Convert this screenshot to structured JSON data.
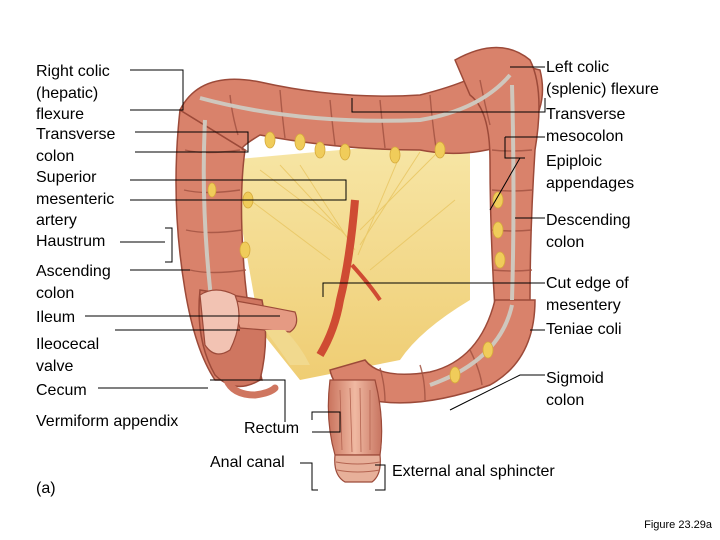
{
  "labels": {
    "right_colic": "Right colic\n(hepatic)\nflexure",
    "transverse_colon": "Transverse\ncolon",
    "superior_mesenteric": "Superior\nmesenteric\nartery",
    "haustrum": "Haustrum",
    "ascending_colon": "Ascending\ncolon",
    "ileum": "Ileum",
    "ileocecal_valve": "Ileocecal\nvalve",
    "cecum": "Cecum",
    "vermiform_appendix": "Vermiform appendix",
    "rectum": "Rectum",
    "anal_canal": "Anal canal",
    "left_colic": "Left colic\n(splenic) flexure",
    "transverse_mesocolon": "Transverse\nmesocolon",
    "epiploic_appendages": "Epiploic\nappendages",
    "descending_colon": "Descending\ncolon",
    "cut_edge": "Cut edge of\nmesentery",
    "teniae_coli": "Teniae coli",
    "sigmoid_colon": "Sigmoid\ncolon",
    "external_anal_sphincter": "External anal sphincter"
  },
  "panel_letter": "(a)",
  "figure_number": "Figure 23.29a",
  "colors": {
    "colon": "#d9826b",
    "colon_dark": "#a8503e",
    "mesentery": "#f4d98a",
    "fat": "#f1d36a",
    "tenia": "#c9c2b8",
    "artery": "#d8553a",
    "rectum": "#e7a88e",
    "leader": "#000000"
  }
}
